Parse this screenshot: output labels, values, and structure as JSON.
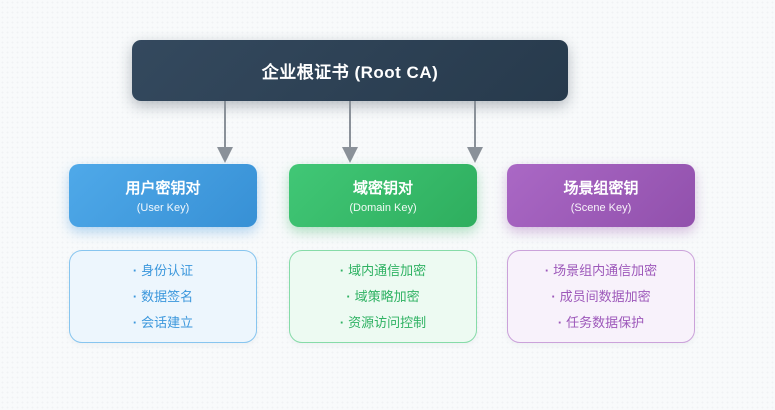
{
  "root": {
    "label": "企业根证书 (Root CA)",
    "color": "#2c3e50"
  },
  "bullet": "·",
  "connector_color": "#8a9199",
  "background_color": "#f8fafb",
  "columns": [
    {
      "key": "user",
      "title": "用户密钥对",
      "subtitle": "(User Key)",
      "accent": "#3e9adf",
      "list_background": "#edf6fd",
      "list_border": "#87c5ef",
      "items": [
        "身份认证",
        "数据签名",
        "会话建立"
      ]
    },
    {
      "key": "domain",
      "title": "域密钥对",
      "subtitle": "(Domain Key)",
      "accent": "#36bd68",
      "list_background": "#edfaf2",
      "list_border": "#86dba8",
      "items": [
        "域内通信加密",
        "域策略加密",
        "资源访问控制"
      ]
    },
    {
      "key": "scene",
      "title": "场景组密钥",
      "subtitle": "(Scene Key)",
      "accent": "#9e5bb5",
      "list_background": "#f8f2fb",
      "list_border": "#cba2da",
      "items": [
        "场景组内通信加密",
        "成员间数据加密",
        "任务数据保护"
      ]
    }
  ]
}
